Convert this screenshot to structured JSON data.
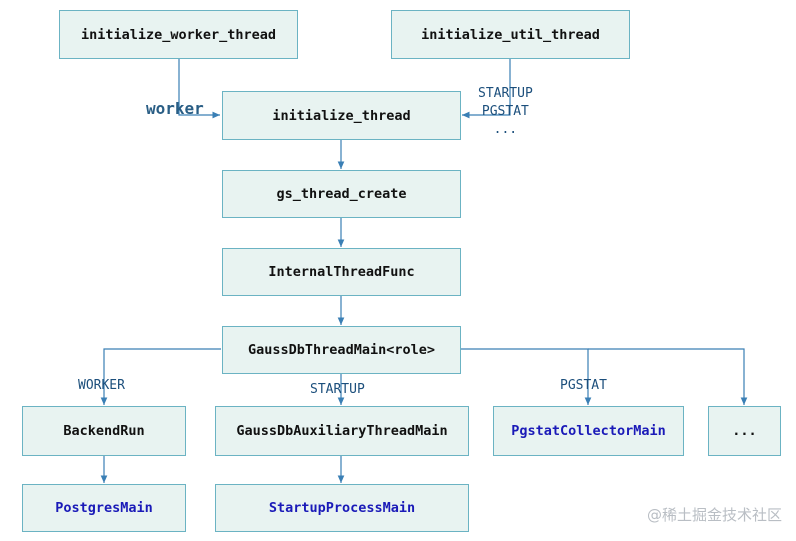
{
  "nodes": {
    "init_worker": "initialize_worker_thread",
    "init_util": "initialize_util_thread",
    "init_thread": "initialize_thread",
    "gs_create": "gs_thread_create",
    "internal": "InternalThreadFunc",
    "gauss_main": "GaussDbThreadMain<role>",
    "backend_run": "BackendRun",
    "aux_main": "GaussDbAuxiliaryThreadMain",
    "pgstat_main": "PgstatCollectorMain",
    "more": "...",
    "postgres_main": "PostgresMain",
    "startup_proc": "StartupProcessMain"
  },
  "labels": {
    "worker": "worker",
    "util_roles": [
      "STARTUP",
      "PGSTAT",
      "..."
    ],
    "branch_worker": "WORKER",
    "branch_startup": "STARTUP",
    "branch_pgstat": "PGSTAT"
  },
  "watermark": "@稀土掘金技术社区",
  "colors": {
    "box_fill": "#e8f3f1",
    "box_border": "#6bb3c3",
    "arrow": "#3a7fb5",
    "blue_text": "#1a1ab8"
  }
}
